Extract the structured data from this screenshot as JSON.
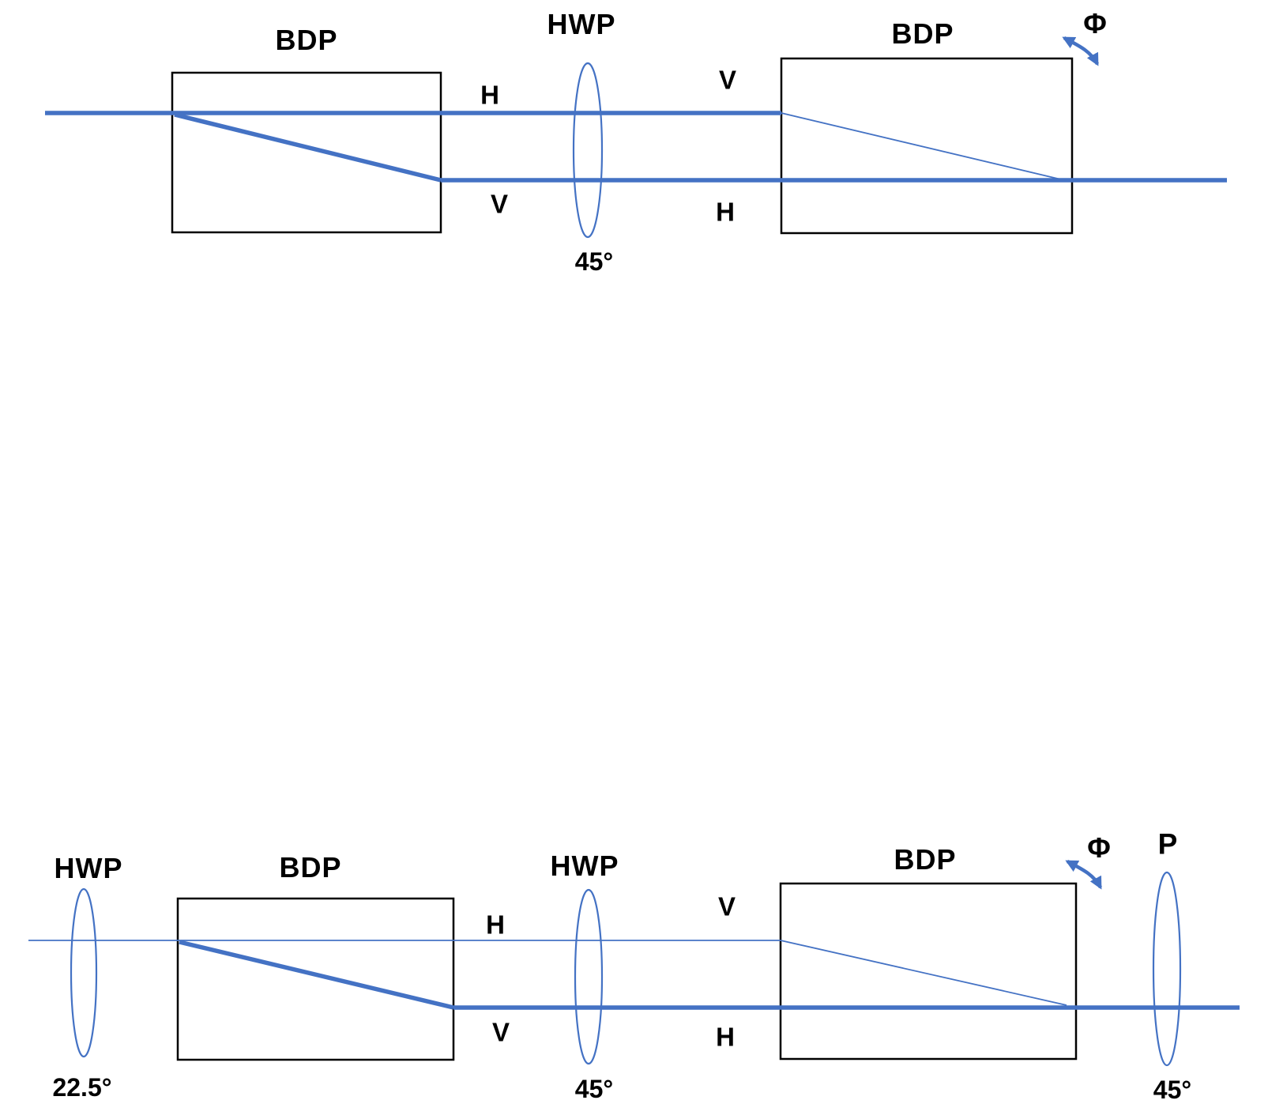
{
  "colors": {
    "beam_blue": "#4472C4",
    "outline_black": "#000000"
  },
  "top_diagram": {
    "bdp1_label": "BDP",
    "hwp_label": "HWP",
    "hwp_angle": "45°",
    "bdp2_label": "BDP",
    "phi_symbol": "Φ",
    "labels": {
      "h_before_hwp": "H",
      "v_before_hwp": "V",
      "v_after_hwp": "V",
      "h_after_hwp": "H"
    }
  },
  "bottom_diagram": {
    "hwp1_label": "HWP",
    "hwp1_angle": "22.5°",
    "bdp1_label": "BDP",
    "hwp2_label": "HWP",
    "hwp2_angle": "45°",
    "bdp2_label": "BDP",
    "phi_symbol": "Φ",
    "polarizer_label": "P",
    "polarizer_angle": "45°",
    "labels": {
      "h_before_hwp": "H",
      "v_before_hwp": "V",
      "v_after_hwp": "V",
      "h_after_hwp": "H"
    }
  }
}
